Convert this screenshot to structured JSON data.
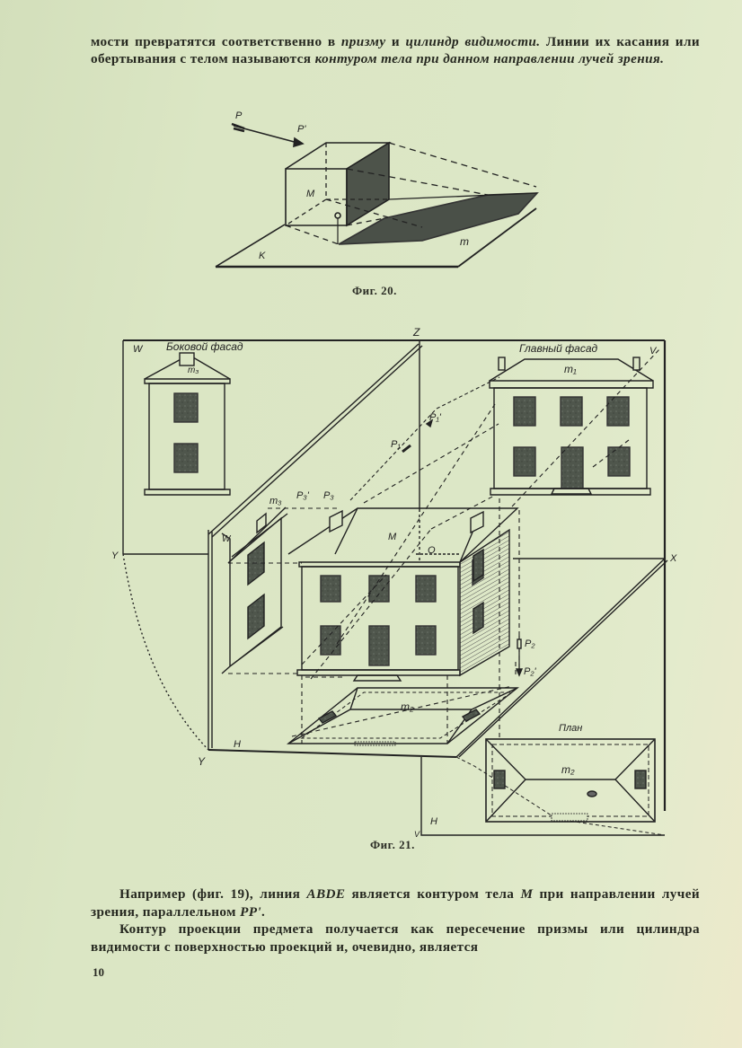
{
  "page": {
    "number": "10",
    "colors": {
      "paper": "#dce7c6",
      "ink": "#222222",
      "shade": "#4a5048"
    }
  },
  "text_top": {
    "segments": [
      {
        "t": "мости превратятся соответственно в ",
        "style": "normal"
      },
      {
        "t": "призму",
        "style": "italic"
      },
      {
        "t": " и ",
        "style": "normal"
      },
      {
        "t": "цилиндр видимости.",
        "style": "italic"
      },
      {
        "t": " Линии их касания или обертывания с телом называются ",
        "style": "normal"
      },
      {
        "t": "контуром тела при данном направлении лучей зрения.",
        "style": "italic"
      }
    ]
  },
  "figure20": {
    "caption": "Фиг. 20.",
    "labels": {
      "P": "P",
      "P_prime": "P'",
      "M": "M",
      "K": "K",
      "m": "m"
    }
  },
  "figure21": {
    "caption": "Фиг. 21.",
    "labels": {
      "side_facade": "Боковой фасад",
      "main_facade": "Главный фасад",
      "plan": "План",
      "W_top": "W",
      "V": "V",
      "Z": "Z",
      "X": "X",
      "Y_left": "Y",
      "Y_bottom": "Y",
      "H_left": "H",
      "H_right": "H",
      "V_bottom": "V",
      "W_inner": "W",
      "M": "M",
      "O": "O",
      "m1": "m₁",
      "m2_iso": "m₂",
      "m2_plan": "m₂",
      "m3_side": "m₃",
      "m3_iso": "m₃",
      "P1": "P₁",
      "P1_prime": "P₁'",
      "P2": "P₂",
      "P2_prime": "P₂'",
      "P3": "P₃",
      "P3_prime": "P₃'"
    }
  },
  "text_bottom": {
    "paragraphs": [
      [
        {
          "t": "Например (фиг. 19), линия ",
          "style": "normal"
        },
        {
          "t": "ABDE",
          "style": "italic"
        },
        {
          "t": " является контуром тела ",
          "style": "normal"
        },
        {
          "t": "M",
          "style": "italic"
        },
        {
          "t": " при направлении лучей зрения, параллельном ",
          "style": "normal"
        },
        {
          "t": "PP'",
          "style": "italic"
        },
        {
          "t": ".",
          "style": "normal"
        }
      ],
      [
        {
          "t": "Контур проекции предмета получается как пересечение призмы или цилиндра видимости с поверхностью проекций и, очевидно, является",
          "style": "normal"
        }
      ]
    ]
  }
}
